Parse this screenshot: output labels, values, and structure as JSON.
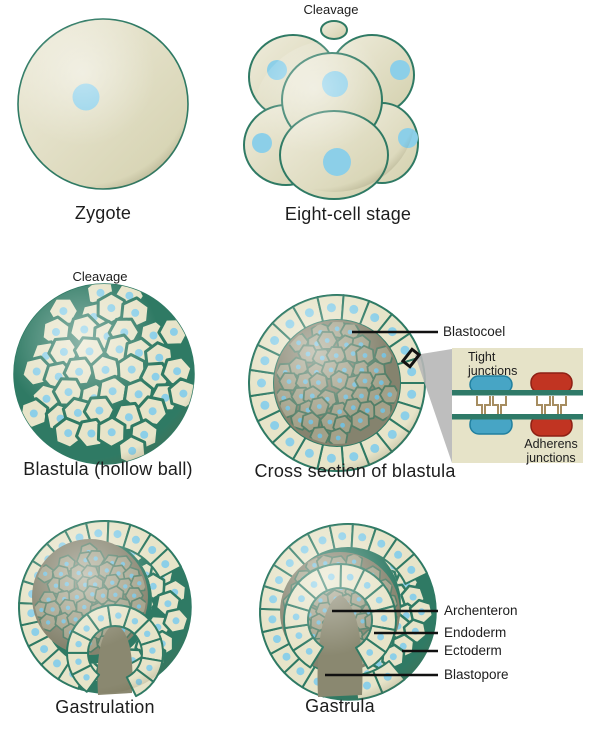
{
  "figures": {
    "zygote": {
      "label": "Zygote"
    },
    "eight_cell": {
      "annotation": "Cleavage",
      "label": "Eight-cell stage"
    },
    "blastula": {
      "annotation": "Cleavage",
      "label": "Blastula (hollow ball)"
    },
    "cross_section": {
      "label": "Cross section of blastula",
      "callout": "Blastocoel",
      "inset": {
        "tight_lines": [
          "Tight",
          "junctions"
        ],
        "adherens_lines": [
          "Adherens",
          "junctions"
        ]
      }
    },
    "gastrulation": {
      "label": "Gastrulation"
    },
    "gastrula": {
      "label": "Gastrula",
      "callouts": [
        "Archenteron",
        "Endoderm",
        "Ectoderm",
        "Blastopore"
      ]
    }
  },
  "colors": {
    "text_color": "#1d1d1d",
    "cell_fill": "#e7e4c9",
    "cell_stroke": "#2f7a64",
    "nucleus_blue": "#8ccfe8",
    "interior_fill": "#85836e",
    "interior_cell_fill": "#a3a189",
    "interior_cell_stroke": "#527e67",
    "interior_nucleus": "#74bedb",
    "pocket_fill": "#8a8870",
    "callout_line": "#111111",
    "inset_bg": "#e6e3c8",
    "inset_shadow": "#b7b7b7",
    "membrane_teal": "#2f7a68",
    "tight_junction_blue": "#47a5c5",
    "tight_junction_stroke": "#21809f",
    "adherens_red": "#c13422",
    "adherens_stroke": "#8e2014",
    "connector_brown": "#a68d60"
  }
}
